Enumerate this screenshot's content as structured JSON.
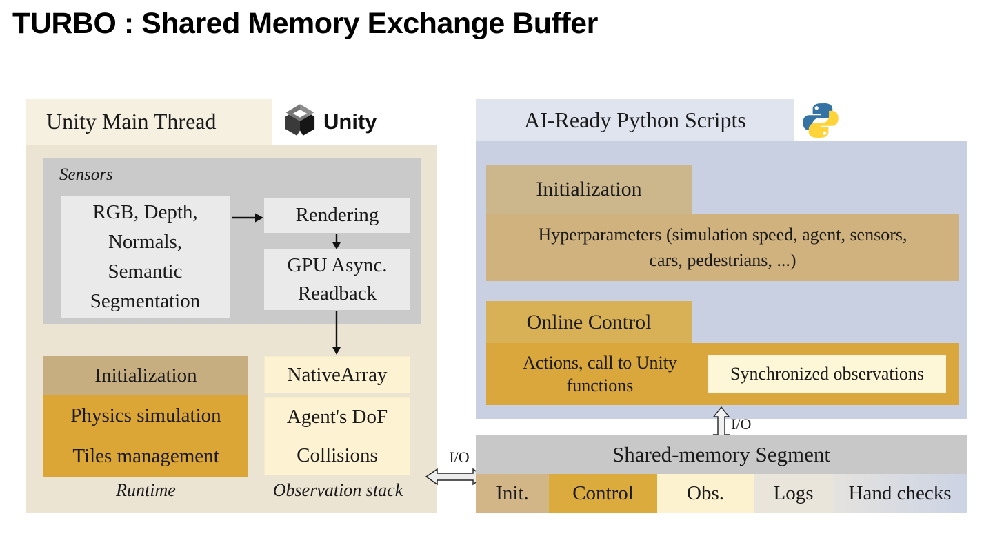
{
  "title": "TURBO : Shared Memory Exchange Buffer",
  "io": {
    "horizontal_label": "I/O",
    "vertical_label": "I/O"
  },
  "unity": {
    "header": "Unity Main Thread",
    "logo_word": "Unity",
    "sensors_label": "Sensors",
    "source_lines": [
      "RGB, Depth,",
      "Normals,",
      "Semantic",
      "Segmentation"
    ],
    "rendering": "Rendering",
    "gpu_lines": [
      "GPU Async.",
      "Readback"
    ],
    "initialization": "Initialization",
    "runtime_items": [
      "Physics simulation",
      "Tiles management"
    ],
    "runtime_label": "Runtime",
    "native_array": "NativeArray",
    "observation_items": [
      "Agent's DoF",
      "Collisions"
    ],
    "observation_label": "Observation stack"
  },
  "python": {
    "header": "AI-Ready Python Scripts",
    "init_header": "Initialization",
    "hyper_lines": [
      "Hyperparameters (simulation speed, agent, sensors,",
      "cars, pedestrians, ...)"
    ],
    "control_header": "Online Control",
    "actions_lines": [
      "Actions, call to Unity",
      "functions"
    ],
    "sync_observations": "Synchronized observations"
  },
  "shared": {
    "header": "Shared-memory Segment",
    "segments": [
      {
        "label": "Init.",
        "color": "#d3b687"
      },
      {
        "label": "Control",
        "color": "#dcab3e"
      },
      {
        "label": "Obs.",
        "color": "#fdf2cf"
      },
      {
        "label": "Logs",
        "color": "#eae5da"
      },
      {
        "label": "Hand checks",
        "color": "#ccd3e4"
      }
    ]
  },
  "colors": {
    "unity_panel_bg": "#ece4d3",
    "unity_header_bg": "#f6f0e1",
    "sensors_bg": "#cacaca",
    "inner_gray_bg": "#eaeaea",
    "tan": "#c6ae81",
    "gold": "#dba636",
    "pale_yellow": "#fdf3d2",
    "python_panel_bg": "#c9d0e2",
    "python_header_bg": "#e0e4ef",
    "shared_bar_bg": "#c8c8c8"
  }
}
